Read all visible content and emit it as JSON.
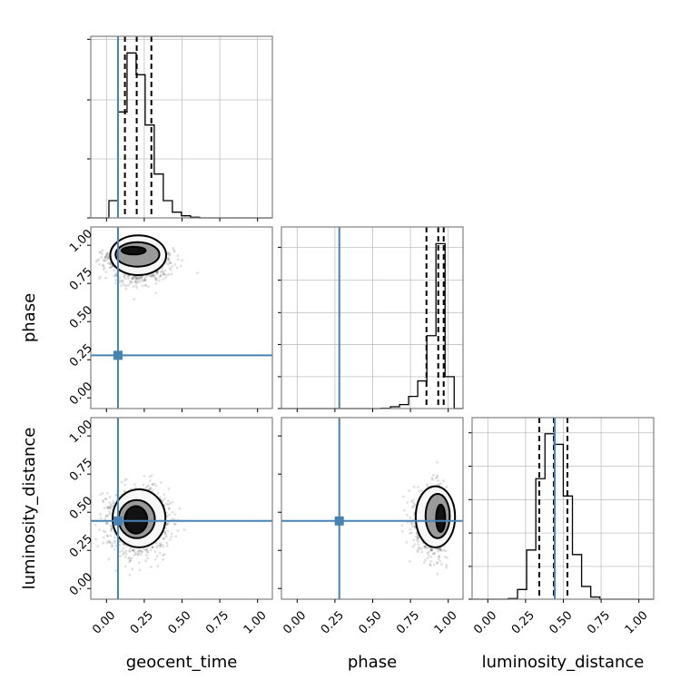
{
  "chart_data": {
    "type": "corner",
    "parameters": [
      "geocent_time",
      "phase",
      "luminosity_distance"
    ],
    "xlim": [
      -0.104,
      1.098
    ],
    "ylim_2d": [
      -0.07,
      1.12
    ],
    "tick_values": [
      0,
      0.25,
      0.5,
      0.75,
      1.0
    ],
    "tick_labels": [
      "0.00",
      "0.25",
      "0.50",
      "0.75",
      "1.00"
    ],
    "truth_color": "#4682b4",
    "truths": {
      "geocent_time": 0.076,
      "phase": 0.279,
      "luminosity_distance": 0.443
    },
    "histograms": [
      {
        "param": "geocent_time",
        "bin_start": 0.016,
        "bin_width": 0.06,
        "counts": [
          57,
          350,
          545,
          473,
          307,
          145,
          57,
          19,
          7,
          2
        ],
        "ylim": [
          0,
          600
        ],
        "yticks": [
          0,
          195,
          390,
          590
        ],
        "quantiles": [
          0.122,
          0.2,
          0.297
        ]
      },
      {
        "param": "phase",
        "bin_start": 0.557,
        "bin_width": 0.0603,
        "counts": [
          1,
          6,
          13,
          40,
          91,
          240,
          543,
          105
        ],
        "ylim": [
          0,
          598
        ],
        "yticks": [
          0,
          105,
          211,
          316,
          423,
          531
        ],
        "quantiles": [
          0.856,
          0.934,
          0.97
        ]
      },
      {
        "param": "luminosity_distance",
        "bin_start": 0.136,
        "bin_width": 0.0606,
        "counts": [
          2,
          32,
          162,
          397,
          545,
          510,
          340,
          147,
          42,
          7
        ],
        "ylim": [
          0,
          598
        ],
        "yticks": [
          0,
          108,
          218,
          328,
          438,
          548
        ],
        "quantiles": [
          0.341,
          0.437,
          0.527
        ]
      }
    ],
    "density_2d": [
      {
        "x": "geocent_time",
        "y": "phase",
        "contours": [
          {
            "level": "outer",
            "cx": 0.21,
            "cy": 0.935,
            "rx": 0.185,
            "ry": 0.13
          },
          {
            "level": "middle",
            "cx": 0.205,
            "cy": 0.94,
            "rx": 0.145,
            "ry": 0.08
          },
          {
            "level": "inner",
            "cx": 0.18,
            "cy": 0.965,
            "rx": 0.08,
            "ry": 0.025
          }
        ],
        "samples": {
          "x_mean": 0.21,
          "x_sd": 0.08,
          "y_peak": 0.96,
          "y_sd": 0.08
        }
      },
      {
        "x": "geocent_time",
        "y": "luminosity_distance",
        "contours": [
          {
            "level": "outer",
            "cx": 0.215,
            "cy": 0.46,
            "rx": 0.175,
            "ry": 0.19
          },
          {
            "level": "middle",
            "cx": 0.2,
            "cy": 0.455,
            "rx": 0.12,
            "ry": 0.125
          },
          {
            "level": "inner",
            "cx": 0.195,
            "cy": 0.45,
            "rx": 0.075,
            "ry": 0.09
          }
        ],
        "samples": {
          "x_mean": 0.21,
          "x_sd": 0.08,
          "y_mean": 0.45,
          "y_sd": 0.1
        }
      },
      {
        "x": "phase",
        "y": "luminosity_distance",
        "contours": [
          {
            "level": "outer",
            "cx": 0.915,
            "cy": 0.47,
            "rx": 0.13,
            "ry": 0.2
          },
          {
            "level": "middle",
            "cx": 0.93,
            "cy": 0.475,
            "rx": 0.08,
            "ry": 0.145
          },
          {
            "level": "inner",
            "cx": 0.95,
            "cy": 0.46,
            "rx": 0.03,
            "ry": 0.09
          }
        ],
        "samples": {
          "x_peak": 0.96,
          "x_sd": 0.08,
          "y_mean": 0.45,
          "y_sd": 0.1
        }
      }
    ]
  },
  "labels": {
    "x": [
      "geocent_time",
      "phase",
      "luminosity_distance"
    ],
    "y": [
      "phase",
      "luminosity_distance"
    ]
  }
}
